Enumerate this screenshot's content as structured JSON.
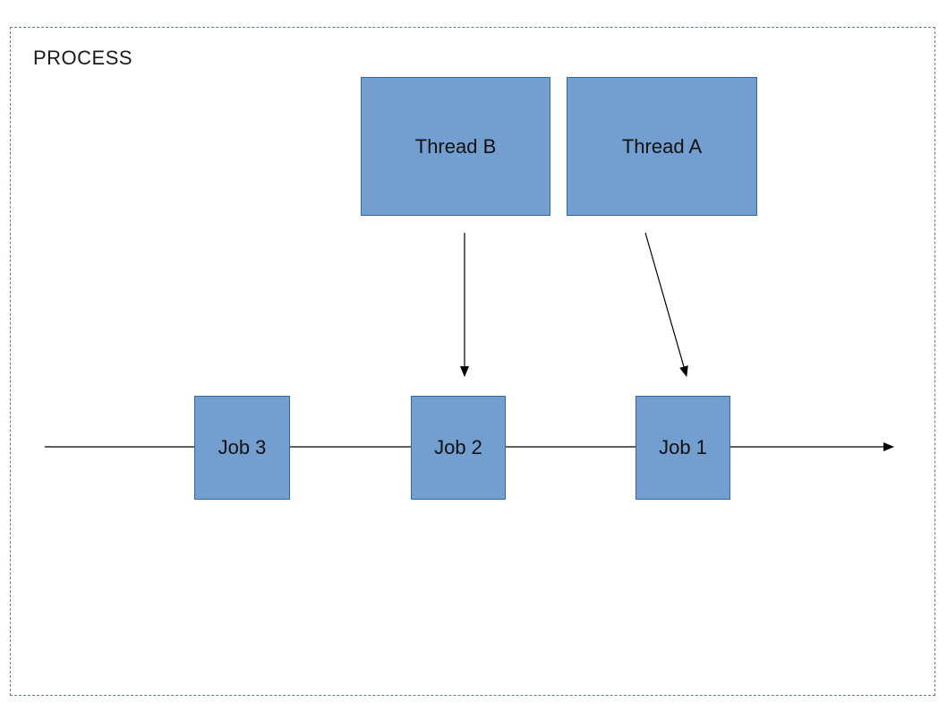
{
  "process": {
    "label": "PROCESS"
  },
  "threads": [
    {
      "label": "Thread B",
      "points_to": "Job 2"
    },
    {
      "label": "Thread A",
      "points_to": "Job 1"
    }
  ],
  "queue": {
    "jobs": [
      "Job 3",
      "Job 2",
      "Job 1"
    ],
    "direction": "left-to-right"
  },
  "colors": {
    "box_fill": "#729fcf",
    "box_border": "#3465a4",
    "frame_border": "#5a7a96",
    "line": "#000000"
  }
}
